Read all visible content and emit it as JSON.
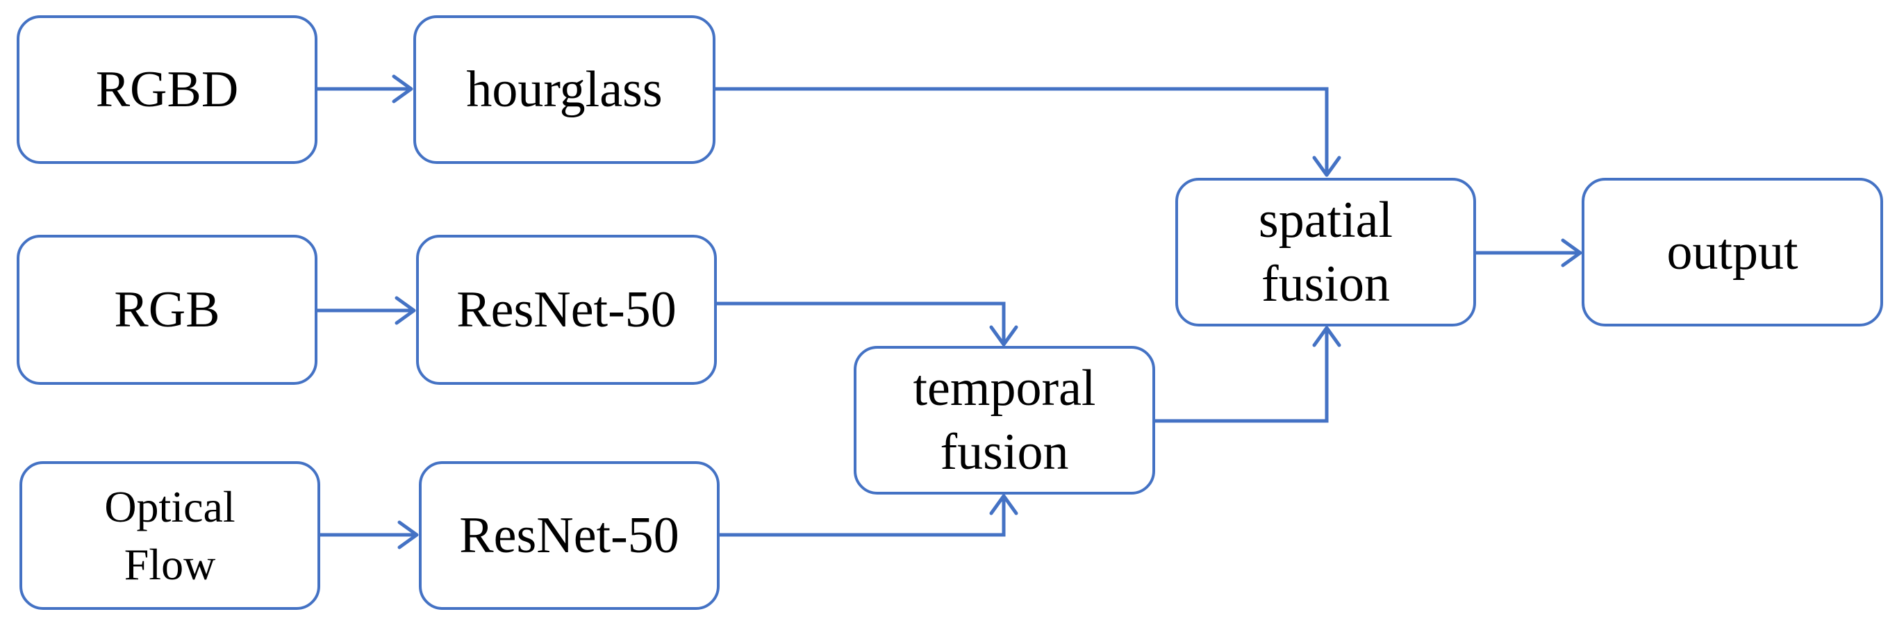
{
  "diagram": {
    "accent_color": "#4472C4",
    "nodes": {
      "rgbd": "RGBD",
      "hourglass": "hourglass",
      "rgb": "RGB",
      "resnet_rgb": "ResNet-50",
      "optical_flow": "Optical\nFlow",
      "resnet_flow": "ResNet-50",
      "temporal_fusion": "temporal\nfusion",
      "spatial_fusion": "spatial\nfusion",
      "output": "output"
    }
  }
}
